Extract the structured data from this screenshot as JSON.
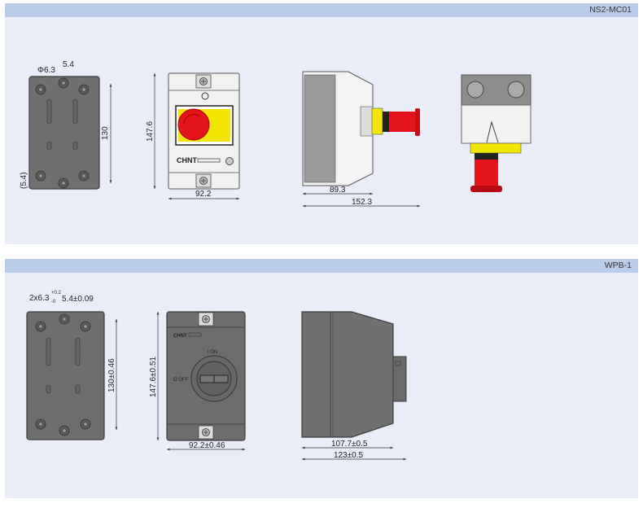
{
  "sections": [
    {
      "model": "NS2-MC01",
      "dims": {
        "hole_dia": "Φ6.3",
        "hole_spacing": "5.4",
        "mount_height": "130",
        "bottom_offset": "(5.4)",
        "height": "147.6",
        "width": "92.2",
        "body_depth": "89.3",
        "total_depth": "152.3"
      },
      "brand": "CHNT",
      "button_color": "#e3141b",
      "guard_color": "#f2e600"
    },
    {
      "model": "WPB-1",
      "dims": {
        "hole_dia": "2x6.3",
        "hole_tol_upper": "+0.2",
        "hole_tol_lower": "-0",
        "hole_spacing": "5.4±0.09",
        "mount_height": "130±0.46",
        "height": "147.6±0.51",
        "width": "92.2±0.46",
        "body_depth": "107.7±0.5",
        "total_depth": "123±0.5"
      },
      "brand": "CHNT",
      "on_label": "I ON",
      "off_label": "O OFF"
    }
  ],
  "colors": {
    "header": "#b9cce8",
    "panel": "#e9edf8"
  }
}
